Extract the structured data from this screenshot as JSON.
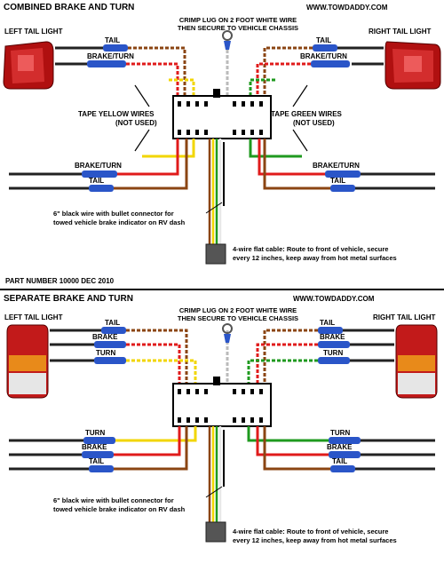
{
  "top": {
    "title": "COMBINED BRAKE AND TURN",
    "site": "WWW.TOWDADDY.COM",
    "crimp_line1": "CRIMP LUG ON 2 FOOT WHITE WIRE",
    "crimp_line2": "THEN SECURE TO VEHICLE CHASSIS",
    "left_light": "LEFT TAIL LIGHT",
    "right_light": "RIGHT TAIL LIGHT",
    "tail": "TAIL",
    "brake_turn": "BRAKE/TURN",
    "tape_yellow_1": "TAPE YELLOW WIRES",
    "tape_yellow_2": "(NOT USED)",
    "tape_green_1": "TAPE GREEN WIRES",
    "tape_green_2": "(NOT USED)",
    "black_wire_1": "6\" black wire with bullet connector for",
    "black_wire_2": "towed vehicle brake indicator on RV dash",
    "flat_cable_1": "4-wire flat cable: Route to front of vehicle, secure",
    "flat_cable_2": "every 12 inches, keep away from hot metal surfaces"
  },
  "part_number": "PART NUMBER 10000   DEC 2010",
  "bottom": {
    "title": "SEPARATE BRAKE AND TURN",
    "site": "WWW.TOWDADDY.COM",
    "crimp_line1": "CRIMP LUG ON 2 FOOT WHITE WIRE",
    "crimp_line2": "THEN SECURE TO VEHICLE CHASSIS",
    "left_light": "LEFT TAIL LIGHT",
    "right_light": "RIGHT TAIL LIGHT",
    "tail": "TAIL",
    "brake": "BRAKE",
    "turn": "TURN",
    "black_wire_1": "6\" black wire with bullet connector for",
    "black_wire_2": "towed vehicle brake indicator on RV dash",
    "flat_cable_1": "4-wire flat cable: Route to front of vehicle, secure",
    "flat_cable_2": "every 12 inches, keep away from hot metal surfaces"
  },
  "colors": {
    "brown": "#8b4513",
    "red": "#e01b1b",
    "yellow": "#f2d600",
    "green": "#1f9a1f",
    "white_wire": "#d8d8d8",
    "connector_blue": "#2a55c8",
    "tail_light_red": "#c21a1a",
    "divider": "#000000"
  }
}
